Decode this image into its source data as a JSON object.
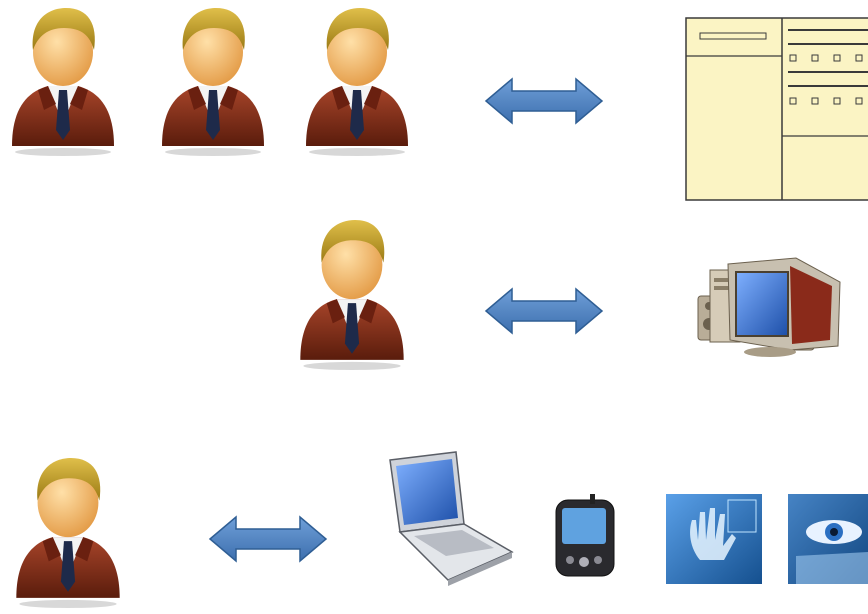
{
  "colors": {
    "background": "#ffffff",
    "arrow": "#4f81bd",
    "arrow_edge": "#2f5e94",
    "suit": "#7a2a14",
    "suit_light": "#a8452a",
    "tie": "#1e2a4a",
    "shirt": "#f4f4f4",
    "skin": "#f2b86a",
    "hair": "#c9a227",
    "form_fill": "#fbf4c4",
    "form_line": "#3a3a3a",
    "screen": "#2f67c4",
    "monitor_body": "#c8c0b0",
    "tile_bg": "#2d78c8"
  },
  "rows": [
    {
      "users": 3,
      "connector": "double-arrow",
      "resource": "paper-form-icon"
    },
    {
      "users": 1,
      "connector": "double-arrow",
      "resource": "desktop-computer-icon"
    },
    {
      "users": 1,
      "connector": "double-arrow",
      "resources": [
        "laptop-icon",
        "pda-phone-icon",
        "fingerprint-hand-scan-icon",
        "iris-eye-scan-icon"
      ]
    }
  ]
}
